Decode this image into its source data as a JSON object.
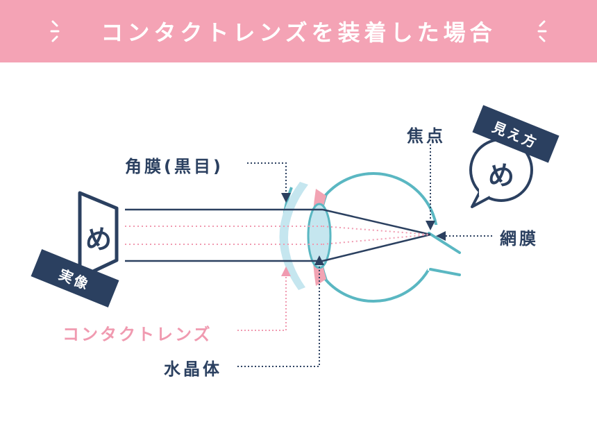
{
  "header": {
    "title": "コンタクトレンズを装着した場合",
    "background_color": "#f4a3b5"
  },
  "labels": {
    "cornea": "角膜(黒目)",
    "focus": "焦点",
    "retina": "網膜",
    "contact_lens": "コンタクトレンズ",
    "crystalline_lens": "水晶体"
  },
  "real_image": {
    "tag": "実像",
    "glyph": "め"
  },
  "perceived": {
    "tag": "見え方",
    "glyph": "め"
  },
  "colors": {
    "navy": "#2b4060",
    "teal": "#5ab7c2",
    "pink": "#f09ab0",
    "light_blue": "#c5e6ef",
    "iris_pink": "#f2a3b3"
  },
  "icons": [
    "sparkle-left-icon",
    "sparkle-right-icon",
    "speech-bubble-icon",
    "eyeball-icon"
  ]
}
